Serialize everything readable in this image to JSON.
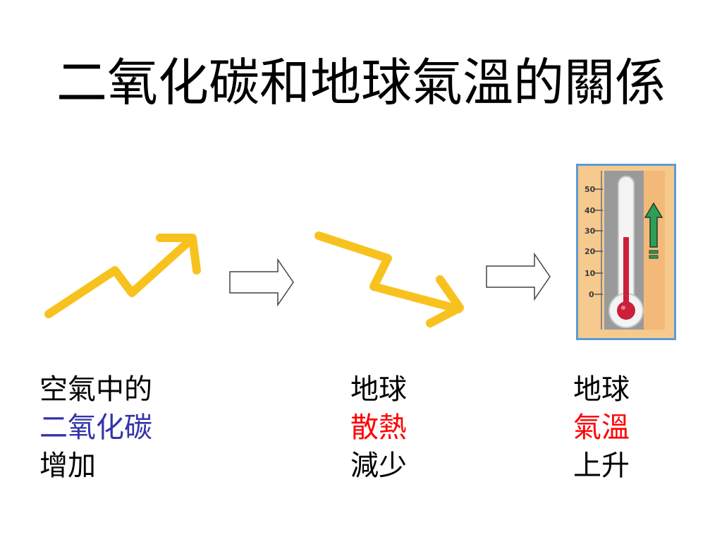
{
  "title": "二氧化碳和地球氣溫的關係",
  "colors": {
    "arrow_yellow": "#f8c21e",
    "blue_text": "#3333aa",
    "red_text": "#ff0000",
    "thermo_border": "#5b9bd5",
    "thermo_bg": "#f6c98d",
    "mercury": "#cc1f3a",
    "up_arrow_green": "#2e9e57"
  },
  "icons": [
    "zigzag-up-arrow",
    "block-right-arrow",
    "zigzag-down-arrow",
    "thermometer",
    "green-up-arrow"
  ],
  "thermometer": {
    "scale_labels": [
      "50",
      "40",
      "30",
      "20",
      "10",
      "0"
    ]
  },
  "columns": [
    {
      "line1": "空氣中的",
      "line2": "二氧化碳",
      "line3": "增加"
    },
    {
      "line1": "地球",
      "line2": "散熱",
      "line3": "減少"
    },
    {
      "line1": "地球",
      "line2": "氣溫",
      "line3": "上升"
    }
  ]
}
